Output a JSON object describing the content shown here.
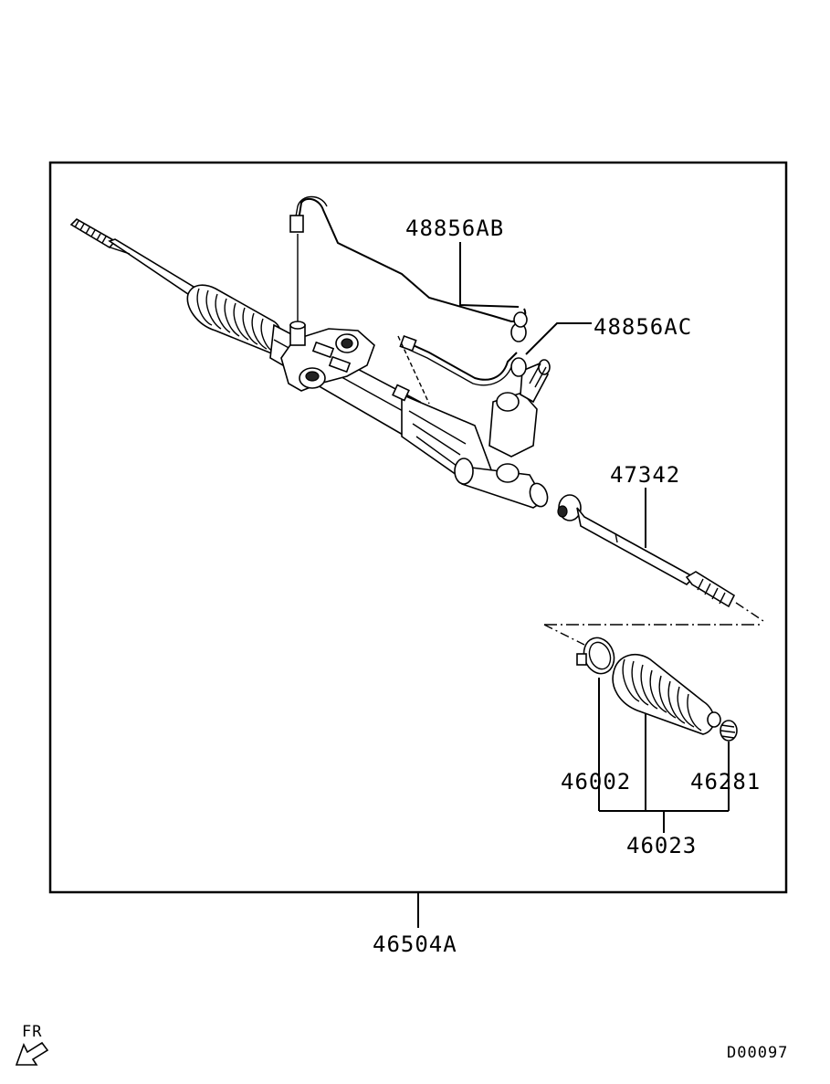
{
  "labels": {
    "pipe_a": "48856AB",
    "pipe_b": "48856AC",
    "tie_rod": "47342",
    "band": "46002",
    "clip": "46281",
    "boot_kit": "46023",
    "assembly": "46504A",
    "direction": "FR",
    "diagram_code": "D00097"
  },
  "icons": {
    "direction_arrow": "arrow-down-left-icon"
  }
}
